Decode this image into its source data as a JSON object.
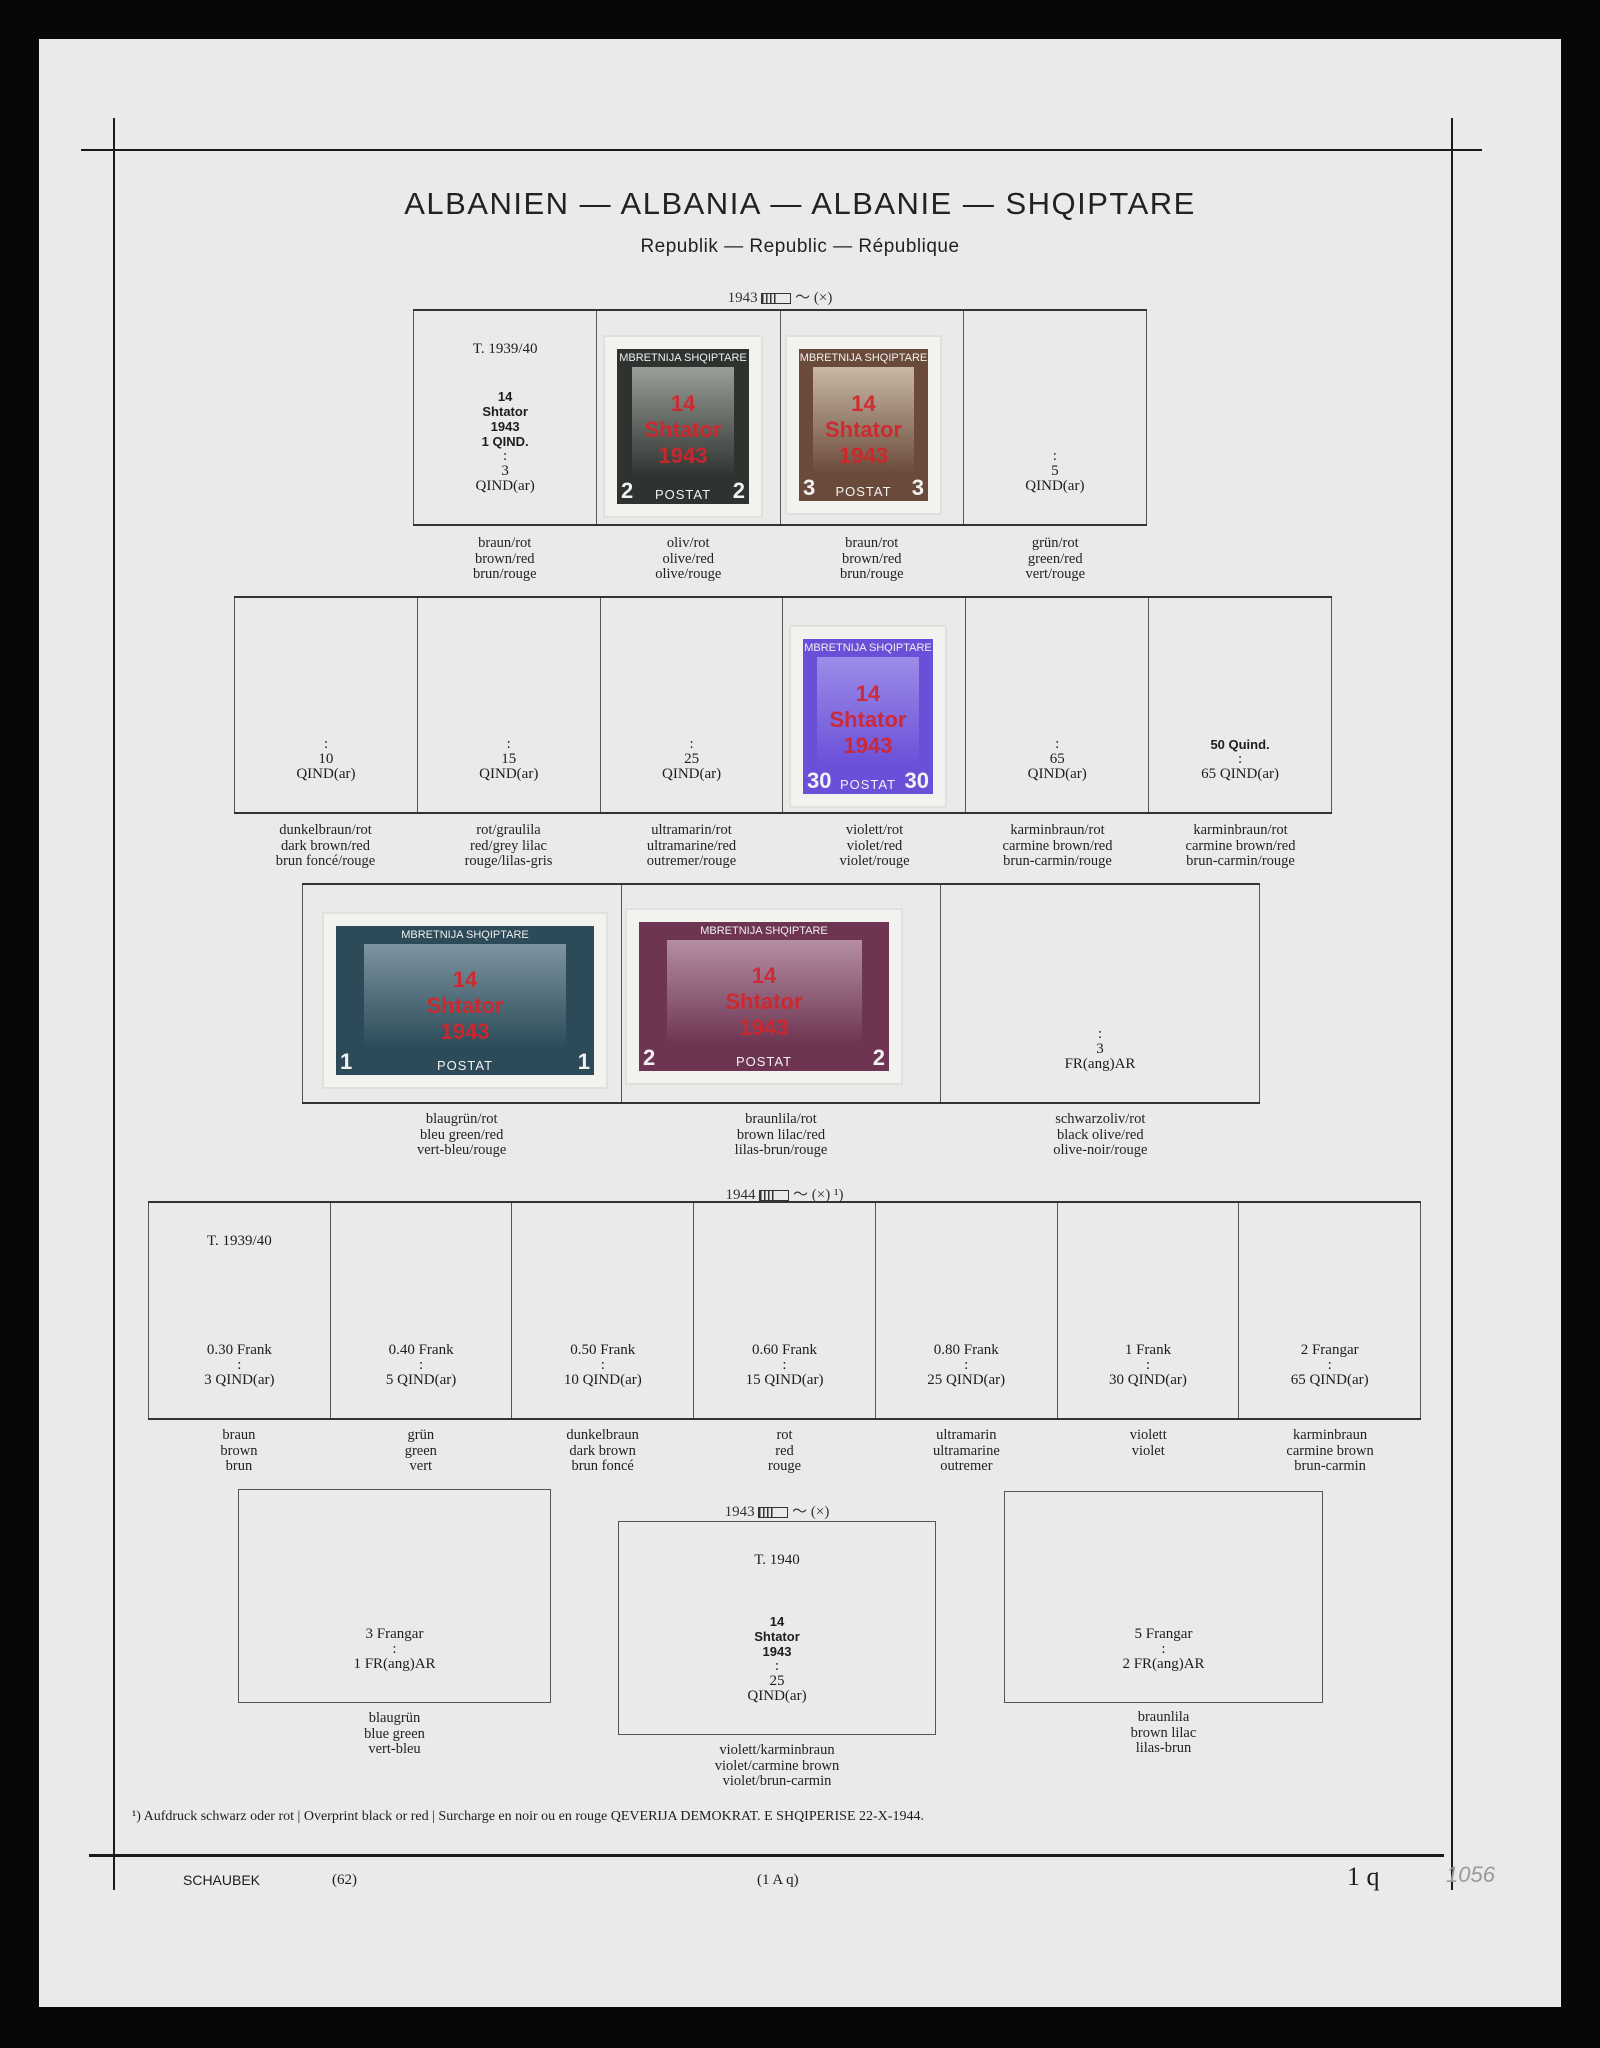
{
  "title": "ALBANIEN — ALBANIA — ALBANIE — SHQIPTARE",
  "subtitle": "Republik — Republic — République",
  "colors": {
    "page": "#e9ebea",
    "overprint": "#d3252b"
  },
  "sections": [
    {
      "header": {
        "year": "1943",
        "rest": "〜 (×)"
      },
      "cells": [
        {
          "top": "T. 1939/40",
          "bold": [
            "14",
            "Shtator",
            "1943",
            "1 QIND."
          ],
          "main": [
            ":",
            "3",
            "QIND(ar)"
          ]
        },
        {
          "top": "",
          "bold": [],
          "main": []
        },
        {
          "top": "",
          "bold": [],
          "main": []
        },
        {
          "top": "",
          "bold": [],
          "main": [
            ":",
            "5",
            "QIND(ar)"
          ]
        }
      ],
      "labels": [
        [
          "braun/rot",
          "brown/red",
          "brun/rouge"
        ],
        [
          "oliv/rot",
          "olive/red",
          "olive/rouge"
        ],
        [
          "braun/rot",
          "brown/red",
          "brun/rouge"
        ],
        [
          "grün/rot",
          "green/red",
          "vert/rouge"
        ]
      ]
    },
    {
      "cells": [
        {
          "top": "",
          "bold": [],
          "main": [
            ":",
            "10",
            "QIND(ar)"
          ]
        },
        {
          "top": "",
          "bold": [],
          "main": [
            ":",
            "15",
            "QIND(ar)"
          ]
        },
        {
          "top": "",
          "bold": [],
          "main": [
            ":",
            "25",
            "QIND(ar)"
          ]
        },
        {
          "top": "",
          "bold": [],
          "main": []
        },
        {
          "top": "",
          "bold": [],
          "main": [
            ":",
            "65",
            "QIND(ar)"
          ]
        },
        {
          "top": "",
          "bold": [
            "50 Quind."
          ],
          "main": [
            ":",
            "65 QIND(ar)"
          ]
        }
      ],
      "labels": [
        [
          "dunkelbraun/rot",
          "dark brown/red",
          "brun foncé/rouge"
        ],
        [
          "rot/graulila",
          "red/grey lilac",
          "rouge/lilas-gris"
        ],
        [
          "ultramarin/rot",
          "ultramarine/red",
          "outremer/rouge"
        ],
        [
          "violett/rot",
          "violet/red",
          "violet/rouge"
        ],
        [
          "karminbraun/rot",
          "carmine brown/red",
          "brun-carmin/rouge"
        ],
        [
          "karminbraun/rot",
          "carmine brown/red",
          "brun-carmin/rouge"
        ]
      ]
    },
    {
      "cells": [
        {
          "top": "",
          "bold": [],
          "main": []
        },
        {
          "top": "",
          "bold": [],
          "main": []
        },
        {
          "top": "",
          "bold": [],
          "main": [
            ":",
            "3",
            "FR(ang)AR"
          ]
        }
      ],
      "labels": [
        [
          "blaugrün/rot",
          "bleu green/red",
          "vert-bleu/rouge"
        ],
        [
          "braunlila/rot",
          "brown lilac/red",
          "lilas-brun/rouge"
        ],
        [
          "schwarzoliv/rot",
          "black olive/red",
          "olive-noir/rouge"
        ]
      ]
    },
    {
      "header": {
        "year": "1944",
        "rest": "〜 (×) ¹)"
      },
      "cells": [
        {
          "top": "T. 1939/40",
          "bold": [],
          "main": [
            "0.30 Frank",
            ":",
            "3  QIND(ar)"
          ]
        },
        {
          "top": "",
          "bold": [],
          "main": [
            "0.40 Frank",
            ":",
            "5  QIND(ar)"
          ]
        },
        {
          "top": "",
          "bold": [],
          "main": [
            "0.50 Frank",
            ":",
            "10  QIND(ar)"
          ]
        },
        {
          "top": "",
          "bold": [],
          "main": [
            "0.60 Frank",
            ":",
            "15  QIND(ar)"
          ]
        },
        {
          "top": "",
          "bold": [],
          "main": [
            "0.80 Frank",
            ":",
            "25  QIND(ar)"
          ]
        },
        {
          "top": "",
          "bold": [],
          "main": [
            "1 Frank",
            ":",
            "30  QIND(ar)"
          ]
        },
        {
          "top": "",
          "bold": [],
          "main": [
            "2 Frangar",
            ":",
            "65  QIND(ar)"
          ]
        }
      ],
      "labels": [
        [
          "braun",
          "brown",
          "brun"
        ],
        [
          "grün",
          "green",
          "vert"
        ],
        [
          "dunkelbraun",
          "dark brown",
          "brun foncé"
        ],
        [
          "rot",
          "red",
          "rouge"
        ],
        [
          "ultramarin",
          "ultramarine",
          "outremer"
        ],
        [
          "violett",
          "violet"
        ],
        [
          "karminbraun",
          "carmine brown",
          "brun-carmin"
        ]
      ]
    }
  ],
  "bottom": {
    "header": {
      "year": "1943",
      "rest": "〜 (×)"
    },
    "boxes": [
      {
        "top": "",
        "bold": [],
        "main": [
          "3 Frangar",
          ":",
          "1 FR(ang)AR"
        ],
        "label": [
          "blaugrün",
          "blue green",
          "vert-bleu"
        ]
      },
      {
        "top": "T. 1940",
        "bold": [
          "14",
          "Shtator",
          "1943"
        ],
        "main": [
          ":",
          "25",
          "QIND(ar)"
        ],
        "label": [
          "violett/karminbraun",
          "violet/carmine brown",
          "violet/brun-carmin"
        ]
      },
      {
        "top": "",
        "bold": [],
        "main": [
          "5 Frangar",
          ":",
          "2 FR(ang)AR"
        ],
        "label": [
          "braunlila",
          "brown lilac",
          "lilas-brun"
        ]
      }
    ]
  },
  "stamps": [
    {
      "banner": "MBRETNIJA SHQIPTARE",
      "overprint": [
        "14",
        "Shtator",
        "1943"
      ],
      "value": "2",
      "postat": "POSTAT",
      "frame": "#2f3330",
      "image": "#9a9e98"
    },
    {
      "banner": "MBRETNIJA SHQIPTARE",
      "overprint": [
        "14",
        "Shtator",
        "1943"
      ],
      "value": "3",
      "postat": "POSTAT",
      "frame": "#6a4a3a",
      "image": "#c9b8a6"
    },
    {
      "banner": "MBRETNIJA SHQIPTARE",
      "overprint": [
        "14",
        "Shtator",
        "1943"
      ],
      "value": "30",
      "postat": "POSTAT",
      "frame": "#6a4fd8",
      "image": "#9c8ce8"
    },
    {
      "banner": "MBRETNIJA SHQIPTARE",
      "overprint": [
        "14",
        "Shtator",
        "1943"
      ],
      "value": "1",
      "postat": "POSTAT",
      "frame": "#2c4a58",
      "image": "#7d95a0"
    },
    {
      "banner": "MBRETNIJA SHQIPTARE",
      "overprint": [
        "14",
        "Shtator",
        "1943"
      ],
      "value": "2",
      "postat": "POSTAT",
      "frame": "#6e3552",
      "image": "#b58ea4"
    }
  ],
  "footnote": "¹) Aufdruck schwarz oder rot | Overprint black or red | Surcharge en noir ou en rouge QEVERIJA DEMOKRAT. E SHQIPERISE 22-X-1944.",
  "footer": {
    "publisher": "SCHAUBEK",
    "number": "(62)",
    "code": "(1 A q)",
    "page": "1 q",
    "handwritten": "1056"
  }
}
